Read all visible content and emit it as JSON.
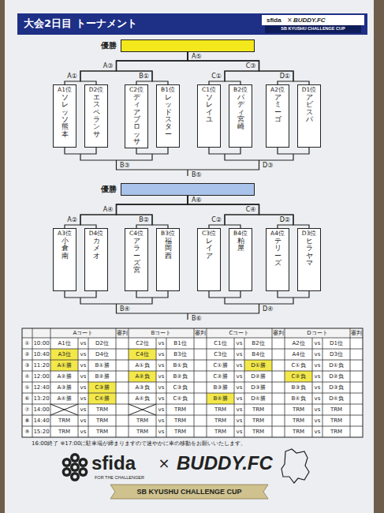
{
  "diagram": {
    "title": "大会2日目 トーナメント",
    "nodes": [
      {
        "text": [
          "優勝"
        ]
      },
      {
        "text": [
          "A1位",
          "ソレッソ熊本"
        ]
      },
      {
        "text": [
          "D2位",
          "エスペランサ"
        ]
      },
      {
        "text": [
          "C2位",
          "ディアブロッサ"
        ]
      },
      {
        "text": [
          "B1位",
          "レッドスター"
        ]
      },
      {
        "text": [
          "C1位",
          "ソレイユ"
        ]
      },
      {
        "text": [
          "B2位",
          "バディ宮崎"
        ]
      },
      {
        "text": [
          "A2位",
          "アミーゴ"
        ]
      },
      {
        "text": [
          "D1位",
          "アビスパ"
        ]
      },
      {
        "text": [
          "優勝"
        ]
      },
      {
        "text": [
          "A3位",
          "小倉南"
        ]
      },
      {
        "text": [
          "D4位",
          "カメオ"
        ]
      },
      {
        "text": [
          "C4位",
          "アラーズ宮"
        ]
      },
      {
        "text": [
          "B3位",
          "福岡西"
        ]
      },
      {
        "text": [
          "C3位",
          "レイア"
        ]
      },
      {
        "text": [
          "B4位",
          "粕屋"
        ]
      },
      {
        "text": [
          "A4位",
          "テリーズ"
        ]
      },
      {
        "text": [
          "D3位",
          "ヒラヤマ"
        ]
      }
    ],
    "edges": [
      {
        "from": 1,
        "to": 0,
        "arrow": "none"
      },
      {
        "from": 2,
        "to": 0,
        "arrow": "none"
      },
      {
        "from": 3,
        "to": 0,
        "arrow": "none"
      },
      {
        "from": 4,
        "to": 0,
        "arrow": "none"
      },
      {
        "from": 5,
        "to": 0,
        "arrow": "none"
      },
      {
        "from": 6,
        "to": 0,
        "arrow": "none"
      },
      {
        "from": 7,
        "to": 0,
        "arrow": "none"
      },
      {
        "from": 8,
        "to": 0,
        "arrow": "none"
      },
      {
        "from": 10,
        "to": 9,
        "arrow": "none"
      },
      {
        "from": 11,
        "to": 9,
        "arrow": "none"
      },
      {
        "from": 12,
        "to": 9,
        "arrow": "none"
      },
      {
        "from": 13,
        "to": 9,
        "arrow": "none"
      },
      {
        "from": 14,
        "to": 9,
        "arrow": "none"
      },
      {
        "from": 15,
        "to": 9,
        "arrow": "none"
      },
      {
        "from": 16,
        "to": 9,
        "arrow": "none"
      },
      {
        "from": 17,
        "to": 9,
        "arrow": "none"
      }
    ],
    "labels": [
      "sfida",
      "×",
      "BUDDY.FC",
      "SB KYUSHU CHALLENGE CUP",
      "A⑤",
      "A③",
      "C③",
      "A①",
      "B①",
      "C①",
      "D①",
      "B③",
      "D③",
      "B⑤",
      "A⑥",
      "A④",
      "C④",
      "A②",
      "B②",
      "C②",
      "D②",
      "B④",
      "D④",
      "B⑥",
      "Aコート",
      "審判",
      "Bコート",
      "審判",
      "Cコート",
      "審判",
      "Dコート",
      "審判",
      "①",
      "10:00",
      "A1位",
      "vs",
      "D2位",
      "C2位",
      "vs",
      "B1位",
      "C1位",
      "vs",
      "B2位",
      "A2位",
      "vs",
      "D1位",
      "②",
      "10:40",
      "A3位",
      "vs",
      "D4位",
      "C4位",
      "vs",
      "B3位",
      "C3位",
      "vs",
      "B4位",
      "A4位",
      "vs",
      "D3位",
      "③",
      "11:20",
      "A①勝",
      "vs",
      "B①勝",
      "A①負",
      "vs",
      "B①負",
      "C①勝",
      "vs",
      "D①勝",
      "C①負",
      "vs",
      "D①負",
      "④",
      "12:00",
      "A②勝",
      "vs",
      "B②勝",
      "A②負",
      "vs",
      "B②負",
      "C②勝",
      "vs",
      "D②勝",
      "C②負",
      "vs",
      "D②負",
      "⑤",
      "12:40",
      "A③勝",
      "vs",
      "C③勝",
      "A③負",
      "vs",
      "C③負",
      "B③勝",
      "vs",
      "D③勝",
      "B③負",
      "vs",
      "D③負",
      "⑥",
      "13:20",
      "A④勝",
      "vs",
      "C④勝",
      "A④負",
      "vs",
      "C④負",
      "B④勝",
      "vs",
      "D④勝",
      "B④負",
      "vs",
      "D④負",
      "⑦",
      "14:00",
      "vs",
      "TRM",
      "vs",
      "TRM",
      "TRM",
      "vs",
      "TRM",
      "TRM",
      "vs",
      "TRM",
      "⑧",
      "14:40",
      "TRM",
      "vs",
      "TRM",
      "TRM",
      "vs",
      "TRM",
      "TRM",
      "vs",
      "TRM",
      "TRM",
      "vs",
      "TRM",
      "⑨",
      "15:20",
      "TRM",
      "vs",
      "TRM",
      "TRM",
      "vs",
      "TRM",
      "TRM",
      "vs",
      "TRM",
      "TRM",
      "vs",
      "TRM",
      "16:00終了 ※17:00に駐車場が締まりますので速やかに車の移動をお願いいたします。",
      "sfida",
      "FOR THE CHALLENGER",
      "×",
      "BUDDY.FC",
      "SB KYUSHU CHALLENGE CUP"
    ]
  }
}
